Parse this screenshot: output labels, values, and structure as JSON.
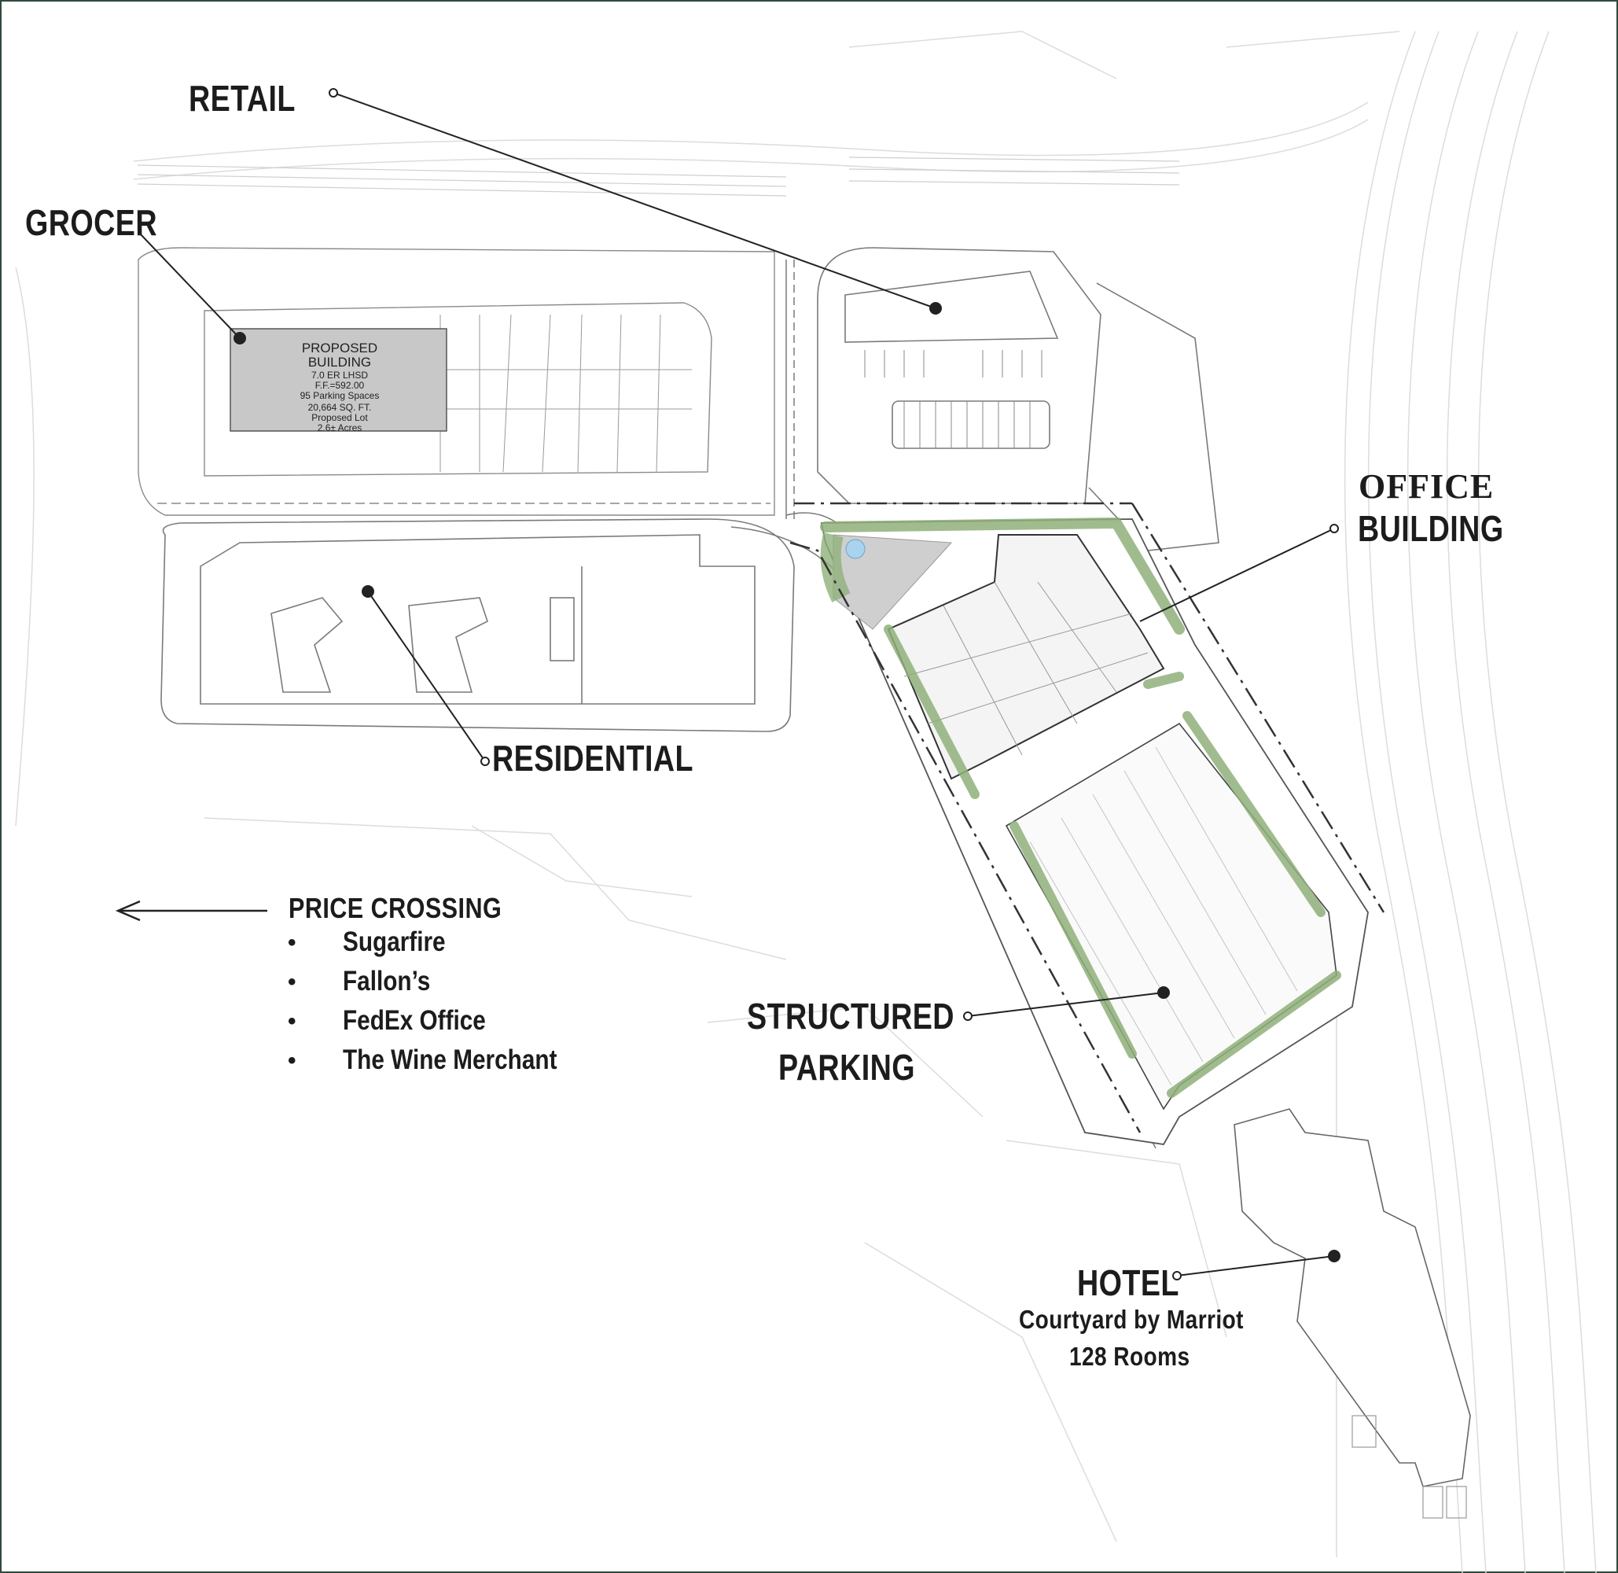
{
  "labels": {
    "retail": "RETAIL",
    "grocer": "GROCER",
    "office_line1": "OFFICE",
    "office_line2": "BUILDING",
    "residential": "RESIDENTIAL",
    "structured_line1": "STRUCTURED",
    "structured_line2": "PARKING",
    "hotel": "HOTEL",
    "hotel_brand": "Courtyard by Marriot",
    "hotel_rooms": "128 Rooms"
  },
  "price_crossing": {
    "title": "PRICE CROSSING",
    "items": [
      "Sugarfire",
      "Fallon’s",
      "FedEx Office",
      "The Wine Merchant"
    ]
  },
  "proposed_building": {
    "title_line1": "PROPOSED",
    "title_line2": "BUILDING",
    "detail1": "7.0 ER LHSD",
    "detail2": "F.F.=592.00",
    "detail3": "95 Parking Spaces",
    "detail4": "20,664 SQ. FT.",
    "detail5": "Proposed Lot",
    "detail6": "2.6± Acres"
  },
  "colors": {
    "ink": "#1c1c1c",
    "linework": "#b9b9b9",
    "green": "#8fb07a",
    "green_dark": "#6e9b5c",
    "building_fill": "#c8c8c8",
    "frame": "#2f4a3c"
  }
}
